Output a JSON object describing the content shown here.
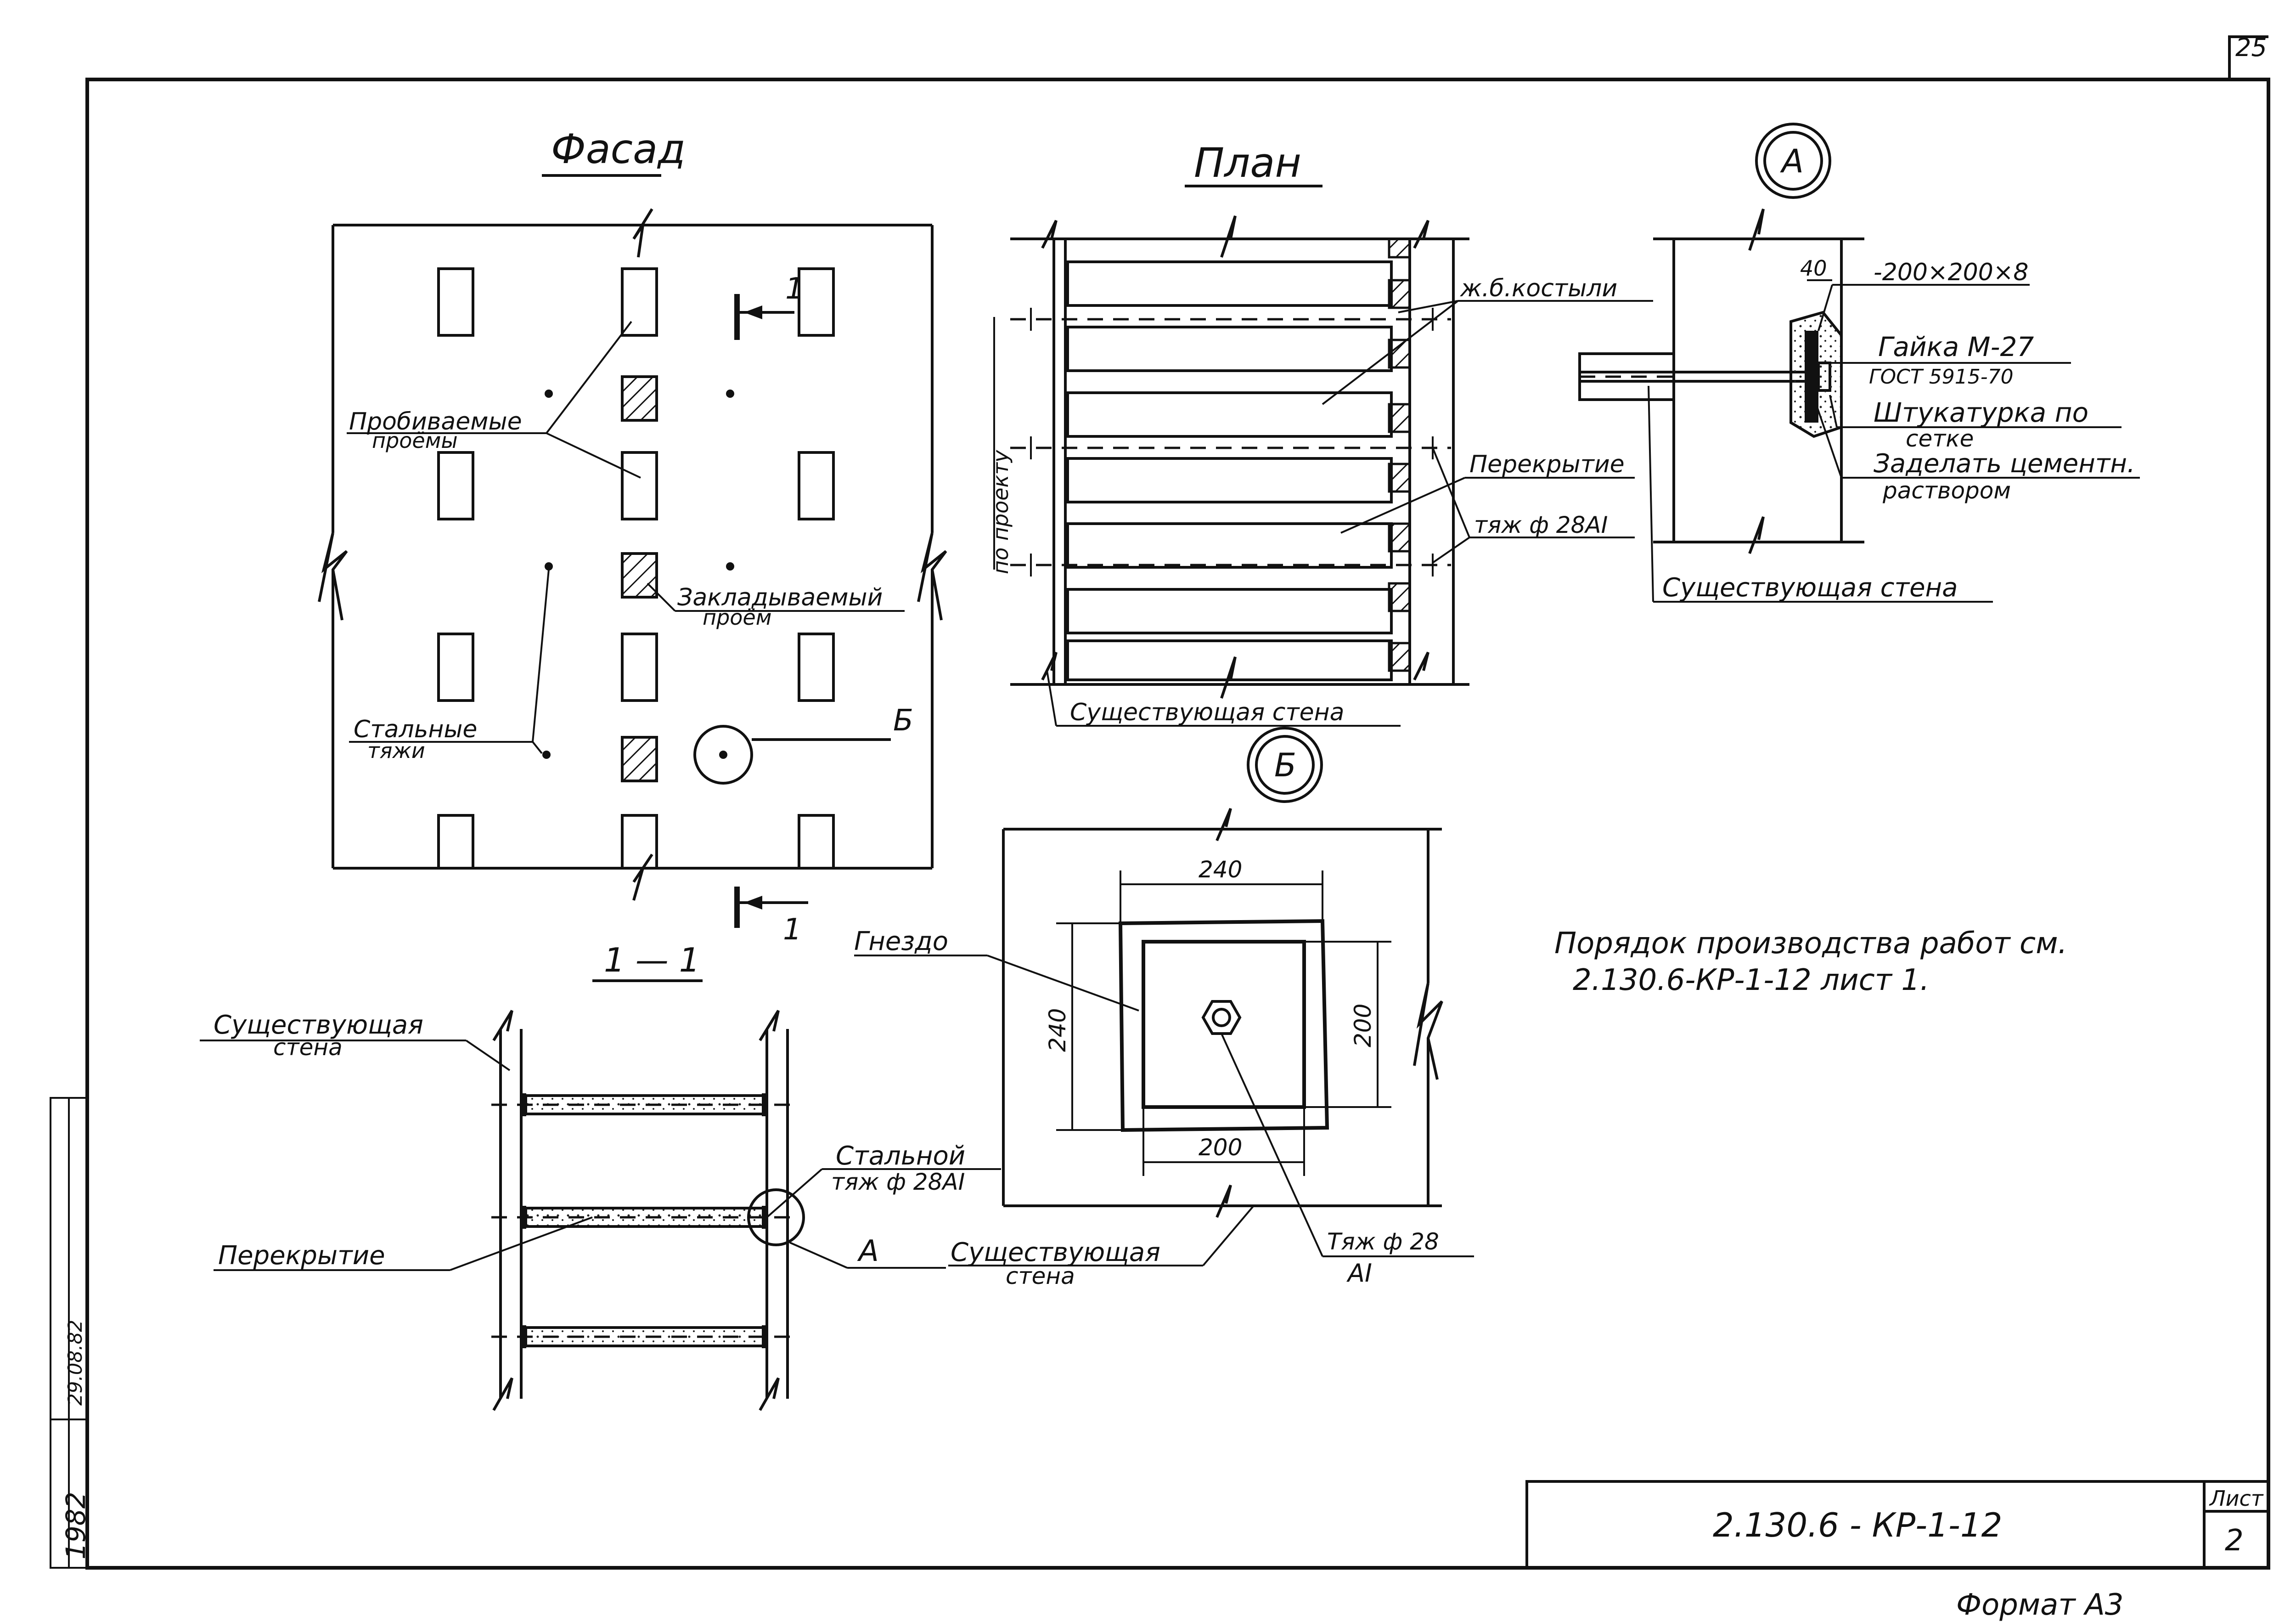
{
  "sheet": {
    "page_corner": "25",
    "code": "2.130.6 - КР-1-12",
    "list_label": "Лист",
    "list_number": "2",
    "format": "Формат А3",
    "year": "1982",
    "margin_note": "29.08.82"
  },
  "facade": {
    "title": "Фасад",
    "label_punched_1": "Пробиваемые",
    "label_punched_2": "проёмы",
    "label_filled_1": "Закладываемый",
    "label_filled_2": "проём",
    "label_steel_1": "Стальные",
    "label_steel_2": "тяжи",
    "callout_b": "Б",
    "section_mark": "1"
  },
  "plan": {
    "title": "План",
    "label_brackets": "ж.б.костыли",
    "label_floor": "Перекрытие",
    "label_rod": "тяж ф 28АI",
    "label_wall": "Существующая стена",
    "dim_by_project": "по проекту"
  },
  "detail_a": {
    "marker": "А",
    "label_plate": "-200×200×8",
    "label_nut_1": "Гайка М-27",
    "label_nut_2": "ГОСТ 5915-70",
    "label_plaster_1": "Штукатурка по",
    "label_plaster_2": "сетке",
    "label_seal_1": "Заделать цементн.",
    "label_seal_2": "раствором",
    "label_wall": "Существующая стена",
    "dim_40": "40"
  },
  "detail_b": {
    "marker": "Б",
    "label_socket": "Гнездо",
    "dim_top": "240",
    "dim_left": "240",
    "dim_right": "200",
    "dim_bottom": "200",
    "label_wall_1": "Существующая",
    "label_wall_2": "стена",
    "label_rod_1": "Тяж ф 28",
    "label_rod_2": "АI"
  },
  "section": {
    "title": "1 — 1",
    "label_wall_1": "Существующая",
    "label_wall_2": "стена",
    "label_rod_1": "Стальной",
    "label_rod_2": "тяж ф 28АI",
    "label_floor": "Перекрытие",
    "callout_a": "А"
  },
  "note": {
    "line1": "Порядок производства работ см.",
    "line2": "2.130.6-КР-1-12 лист 1."
  }
}
